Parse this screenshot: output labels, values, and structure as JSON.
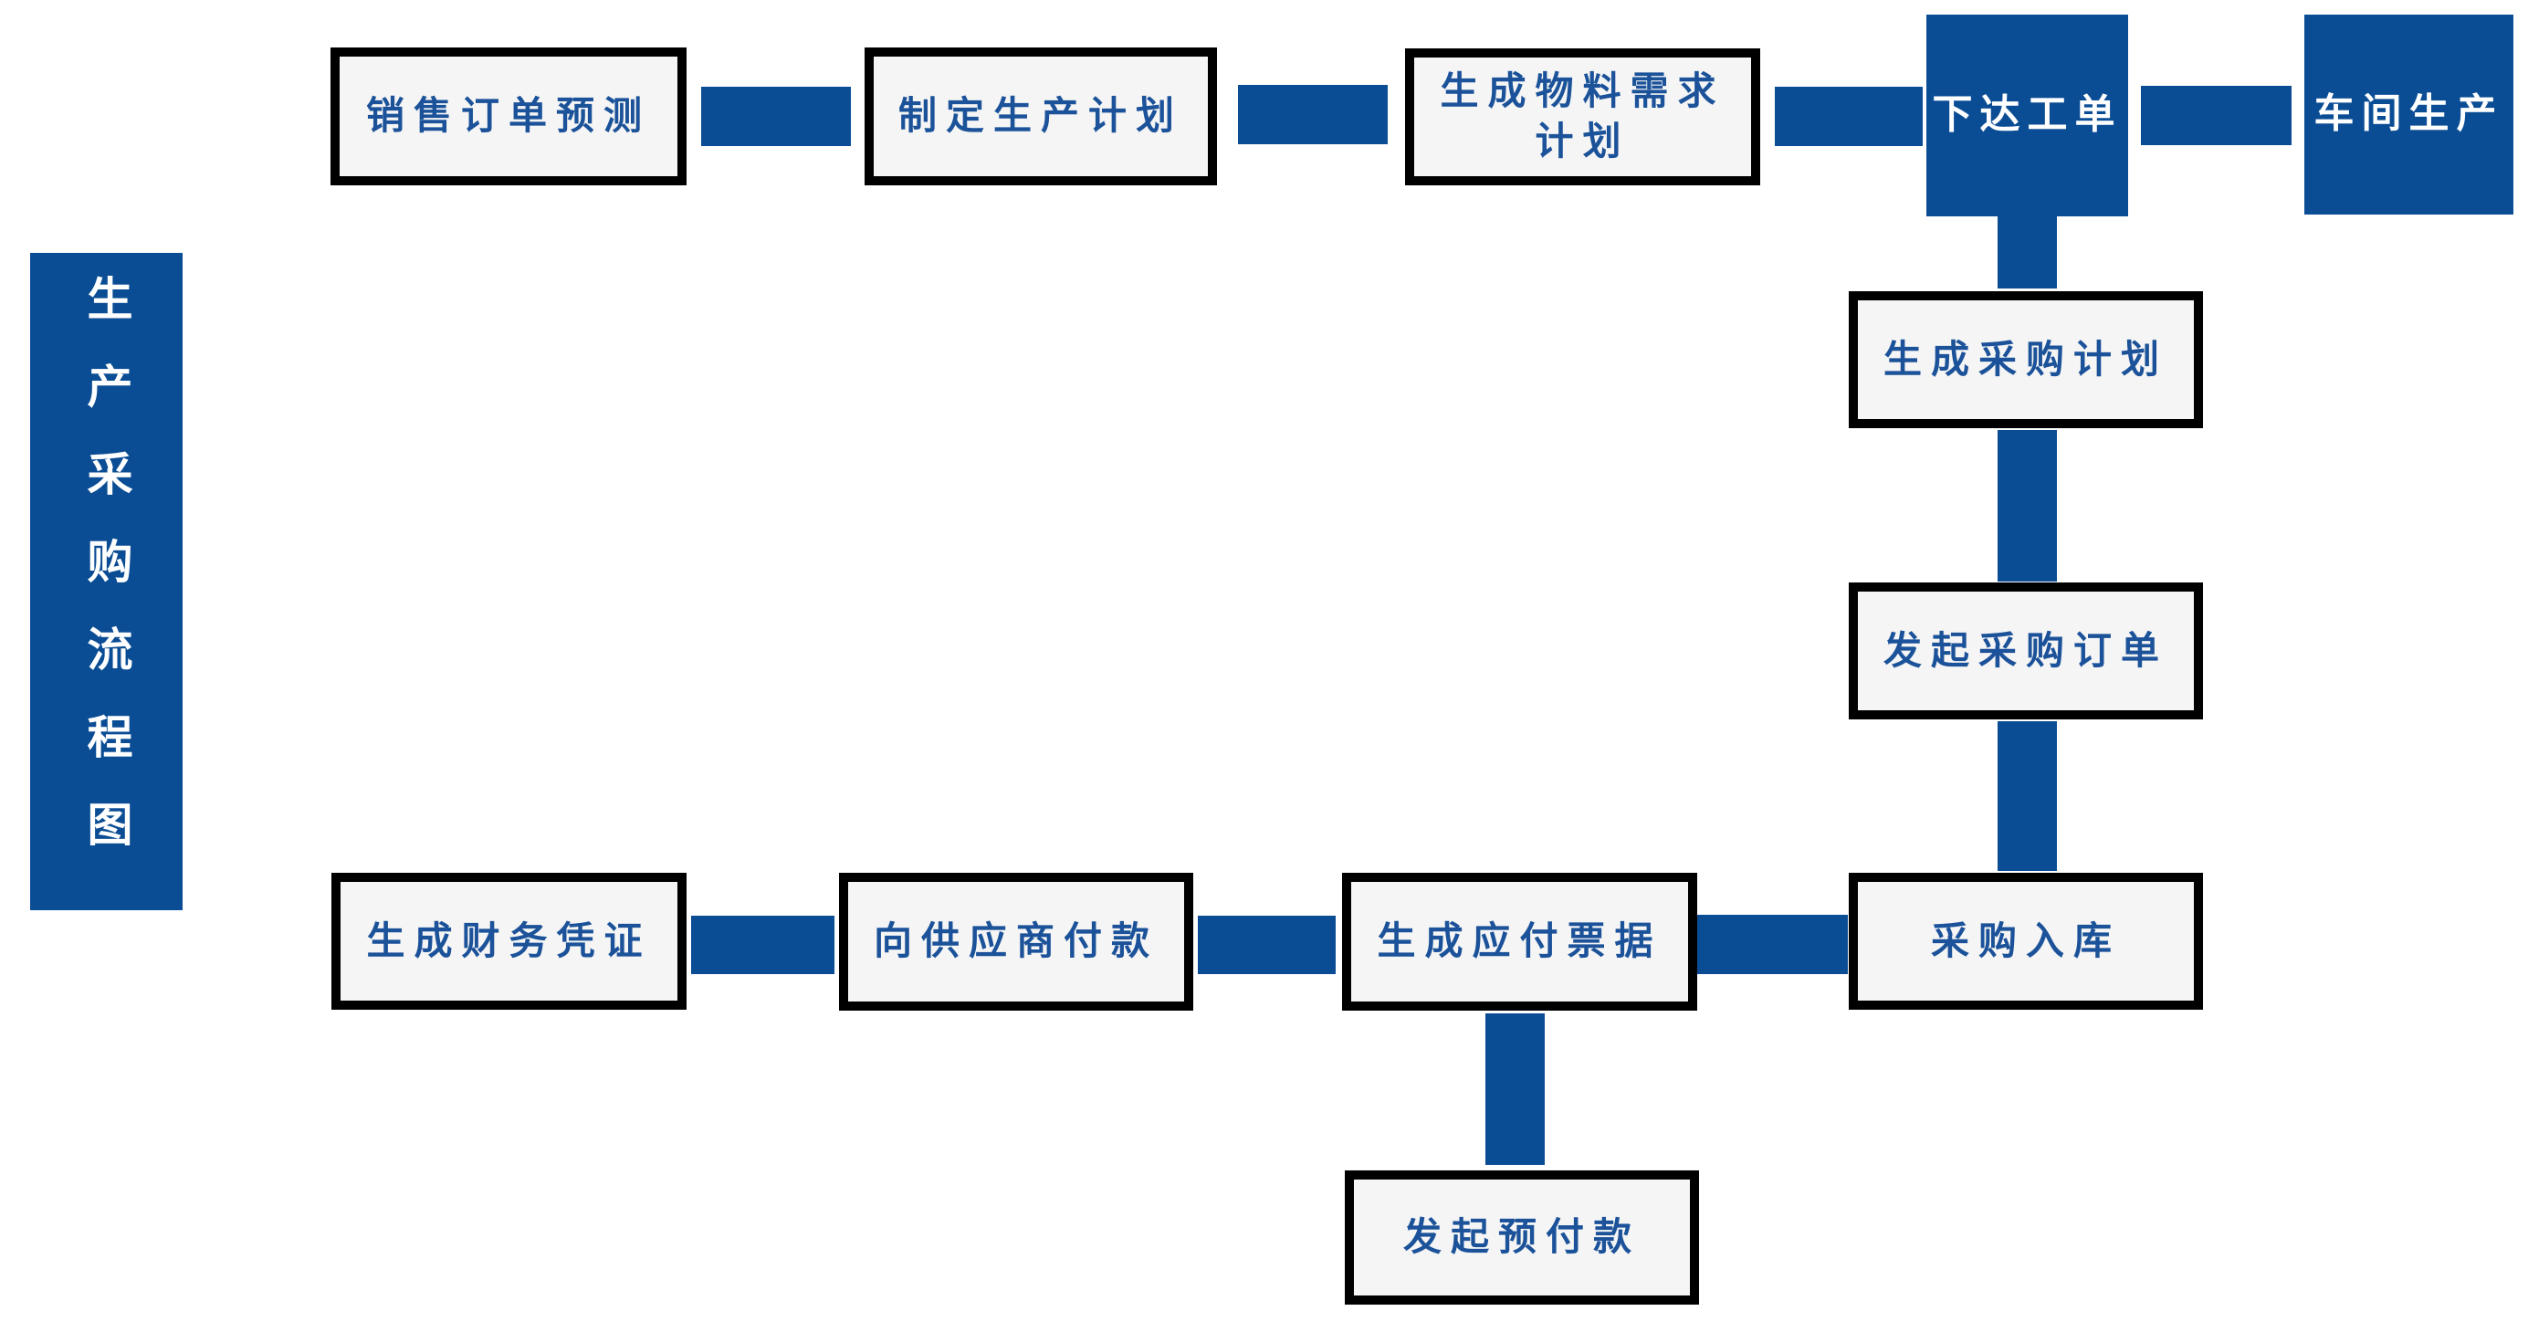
{
  "diagram": {
    "title": {
      "label": "生产采购流程图"
    },
    "colors": {
      "primary_blue": "#0b4d94",
      "node_background": "#f5f5f5",
      "node_border": "#000000",
      "node_text_blue": "#1b5299",
      "node_text_white": "#ffffff",
      "page_background": "#ffffff"
    },
    "nodes": {
      "sales_forecast": {
        "label": "销售订单预测"
      },
      "make_production_plan": {
        "label": "制定生产计划"
      },
      "generate_mrp": {
        "lines": [
          "生成物料需求",
          "计划"
        ]
      },
      "issue_work_order": {
        "label": "下达工单"
      },
      "workshop_production": {
        "label": "车间生产"
      },
      "generate_purchase_plan": {
        "label": "生成采购计划"
      },
      "initiate_purchase_order": {
        "label": "发起采购订单"
      },
      "purchase_inbound": {
        "label": "采购入库"
      },
      "generate_payable_notes": {
        "label": "生成应付票据"
      },
      "pay_supplier": {
        "label": "向供应商付款"
      },
      "generate_financial_voucher": {
        "label": "生成财务凭证"
      },
      "initiate_advance_payment": {
        "label": "发起预付款"
      }
    },
    "edges": [
      {
        "from": "销售订单预测",
        "to": "制定生产计划"
      },
      {
        "from": "制定生产计划",
        "to": "生成物料需求计划"
      },
      {
        "from": "生成物料需求计划",
        "to": "下达工单"
      },
      {
        "from": "下达工单",
        "to": "车间生产"
      },
      {
        "from": "下达工单",
        "to": "生成采购计划"
      },
      {
        "from": "生成采购计划",
        "to": "发起采购订单"
      },
      {
        "from": "发起采购订单",
        "to": "采购入库"
      },
      {
        "from": "采购入库",
        "to": "生成应付票据"
      },
      {
        "from": "生成应付票据",
        "to": "向供应商付款"
      },
      {
        "from": "生成应付票据",
        "to": "发起预付款"
      },
      {
        "from": "向供应商付款",
        "to": "生成财务凭证"
      }
    ]
  }
}
